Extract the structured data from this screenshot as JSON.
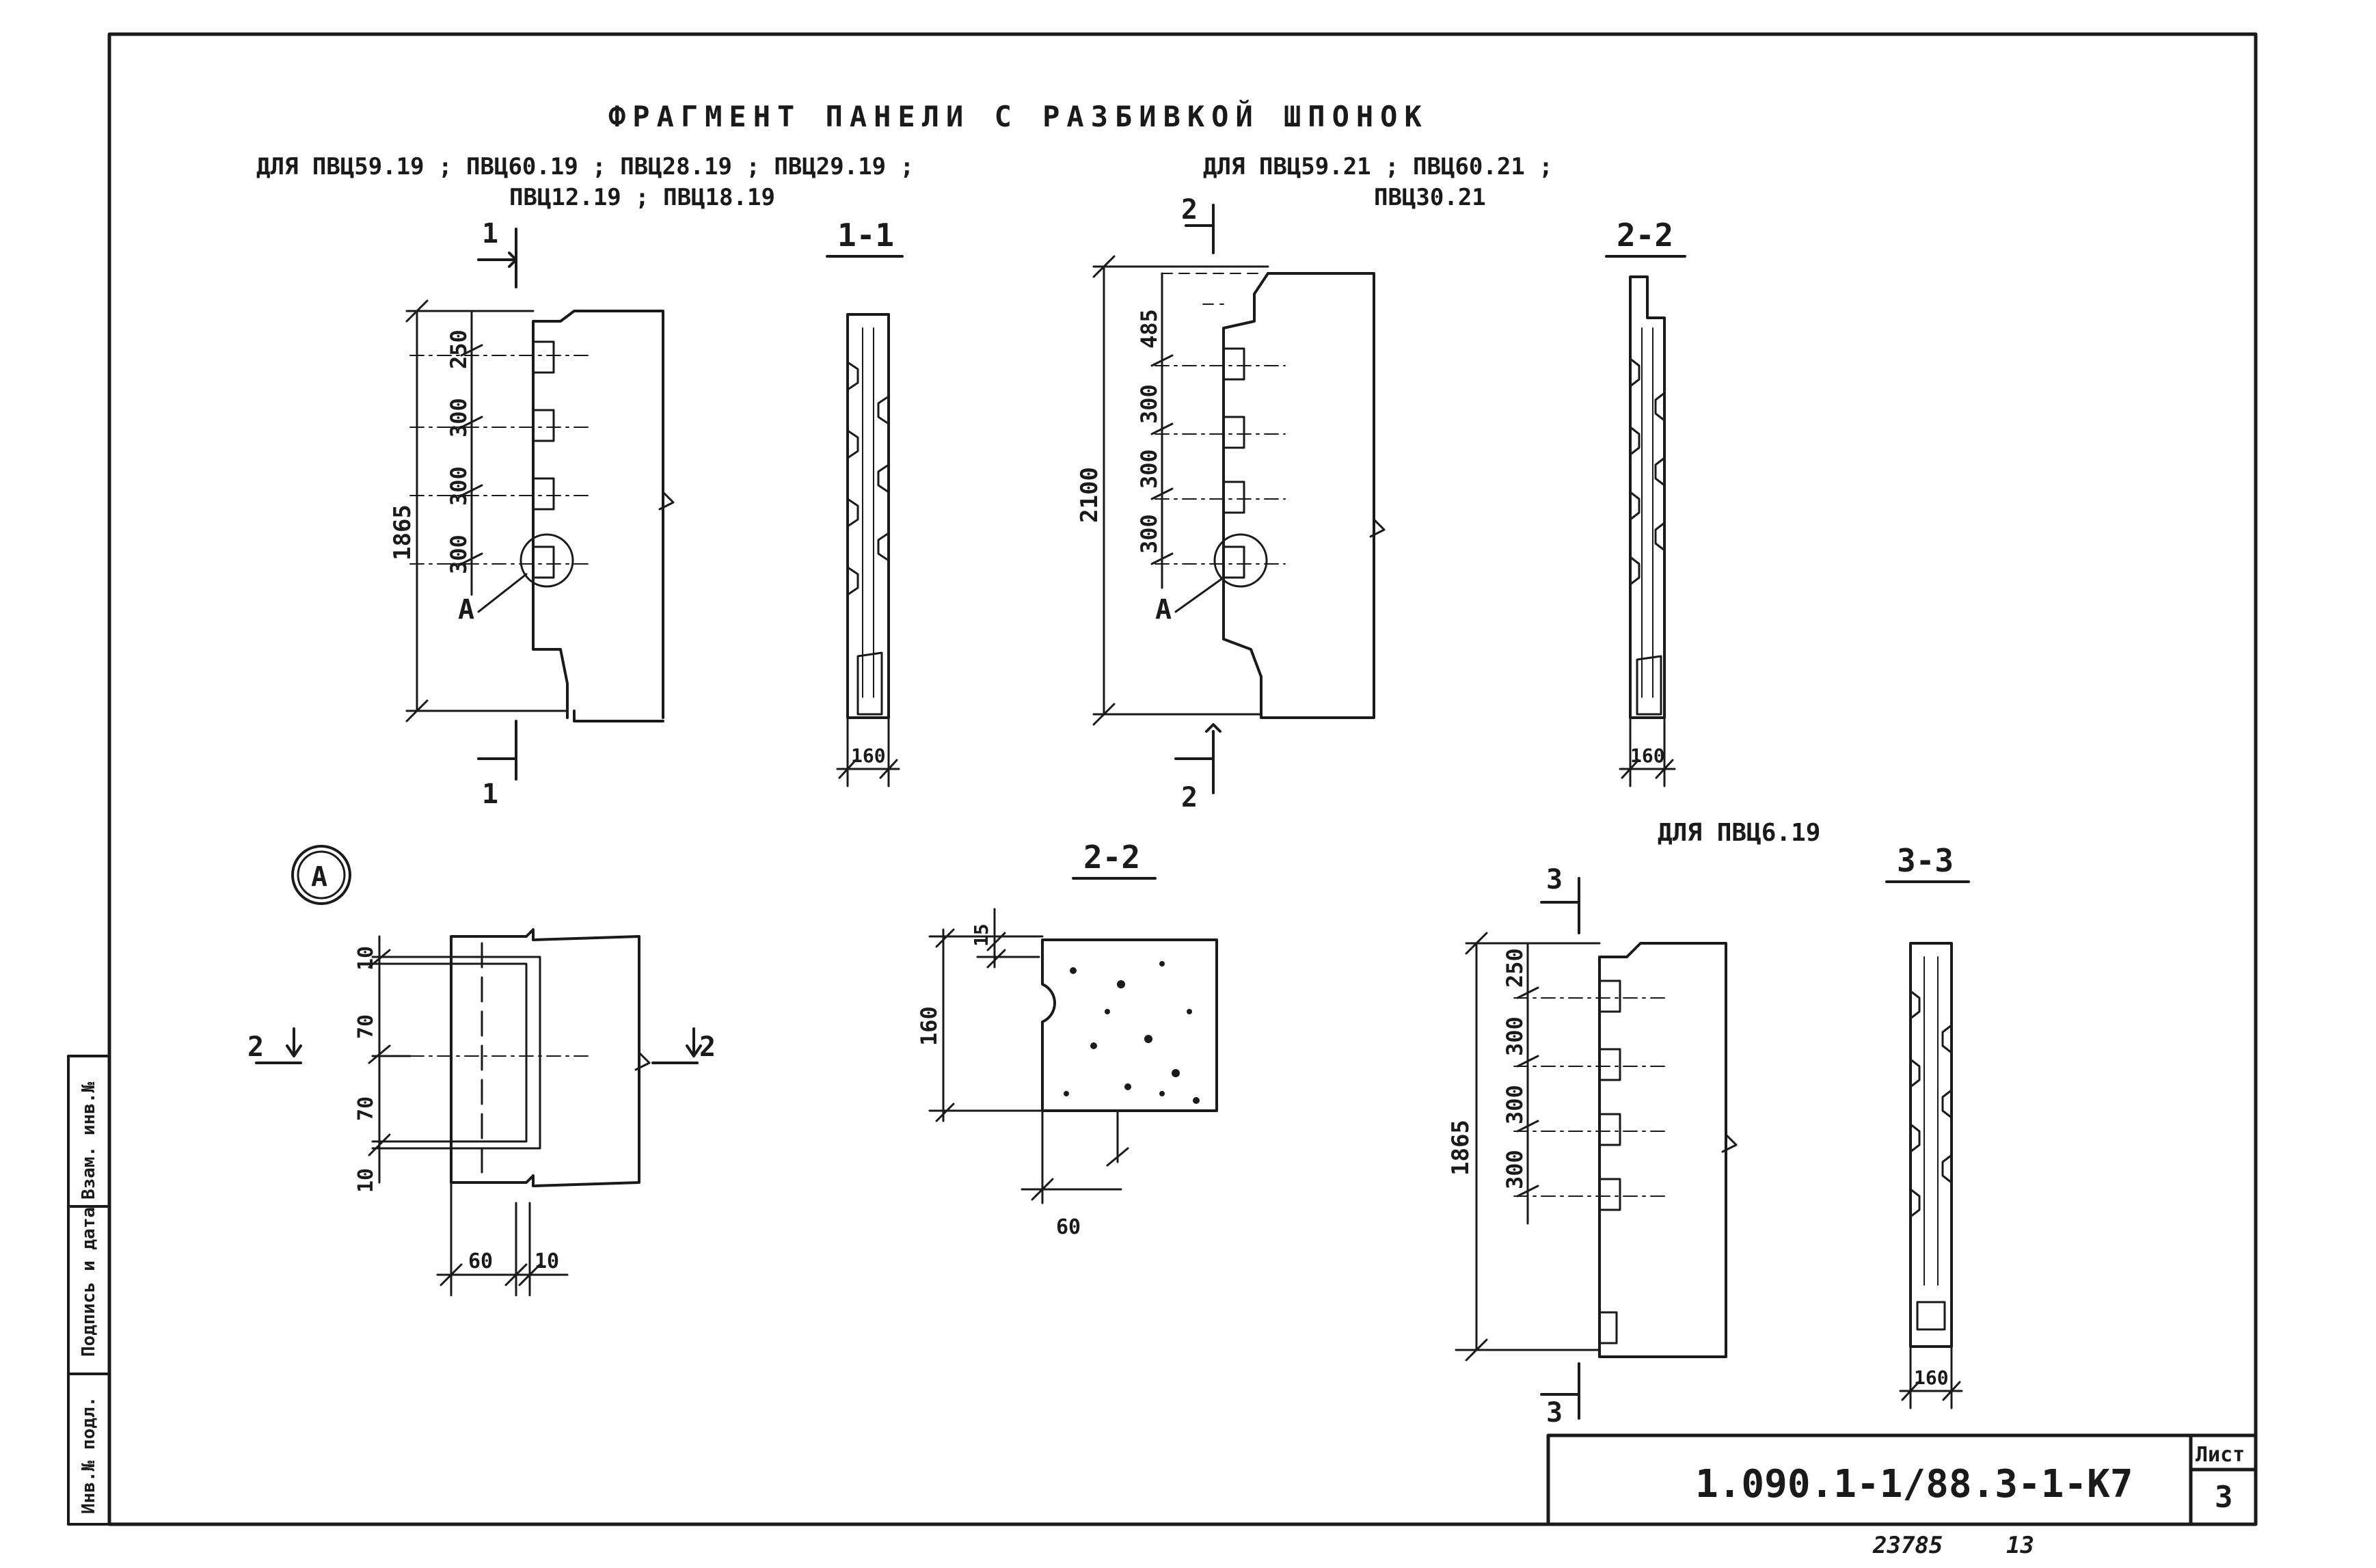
{
  "title": "ФРАГМЕНТ ПАНЕЛИ С РАЗБИВКОЙ ШПОНОК",
  "left_group": {
    "caption_line1": "ДЛЯ ПВЦ59.19 ; ПВЦ60.19 ; ПВЦ28.19 ; ПВЦ29.19 ;",
    "caption_line2": "ПВЦ12.19 ; ПВЦ18.19"
  },
  "right_group": {
    "caption_line1": "ДЛЯ ПВЦ59.21 ; ПВЦ60.21 ;",
    "caption_line2": "ПВЦ30.21"
  },
  "third_group": {
    "caption": "ДЛЯ ПВЦ6.19"
  },
  "section_1_1": {
    "label": "1-1",
    "mark": "1",
    "width": "160"
  },
  "section_2_2": {
    "label": "2-2",
    "mark": "2",
    "width": "160"
  },
  "section_2_2_detail": {
    "label": "2-2",
    "dims": [
      "15",
      "160",
      "60"
    ]
  },
  "section_3_3": {
    "label": "3-3",
    "mark": "3",
    "width": "160"
  },
  "panel1": {
    "total": "1865",
    "dims": [
      "250",
      "300",
      "300",
      "300"
    ],
    "node": "А"
  },
  "panel2": {
    "total": "2100",
    "dims": [
      "485",
      "300",
      "300",
      "300"
    ],
    "node": "А"
  },
  "panel3": {
    "total": "1865",
    "dims": [
      "250",
      "300",
      "300",
      "300"
    ]
  },
  "detail_a": {
    "badge": "А",
    "vdims": [
      "10",
      "70",
      "70",
      "10"
    ],
    "hdims": [
      "60",
      "10"
    ],
    "cut": "2"
  },
  "side_stamp": {
    "col1": "Инв.№ подл.",
    "col2": "Подпись и дата",
    "col3": "Взам. инв.№"
  },
  "stamp": {
    "code": "1.090.1-1/88.3-1-К7",
    "sheet_label": "Лист",
    "sheet": "3"
  },
  "footer": {
    "number": "23785",
    "page": "13"
  }
}
